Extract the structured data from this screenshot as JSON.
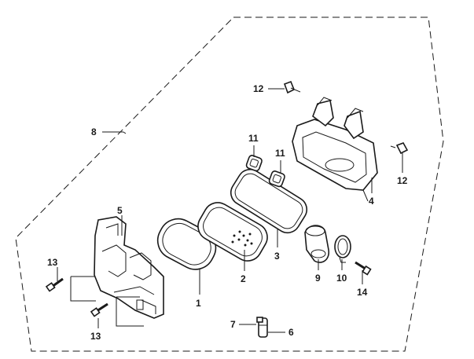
{
  "callouts": {
    "c1": "1",
    "c2": "2",
    "c3": "3",
    "c4": "4",
    "c5": "5",
    "c6": "6",
    "c7": "7",
    "c8": "8",
    "c9": "9",
    "c10": "10",
    "c11a": "11",
    "c11b": "11",
    "c12a": "12",
    "c12b": "12",
    "c13a": "13",
    "c13b": "13",
    "c14": "14"
  }
}
